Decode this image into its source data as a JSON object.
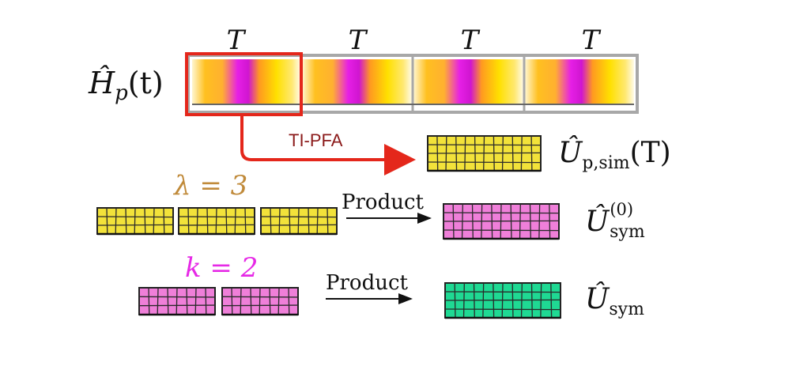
{
  "period_labels": [
    "T",
    "T",
    "T",
    "T"
  ],
  "hamiltonian": {
    "symbol": "Ĥ",
    "subscript": "p",
    "arg": "(t)"
  },
  "tipfa_label": "TI-PFA",
  "u_sim": {
    "symbol": "Û",
    "subscript": "p,sim",
    "arg": "(T)"
  },
  "lambda_label": "λ = 3",
  "k_label": "k = 2",
  "product_label_1": "Product",
  "product_label_2": "Product",
  "u_sym0": {
    "symbol": "Û",
    "superscript": "(0)",
    "subscript": "sym"
  },
  "u_sym": {
    "symbol": "Û",
    "subscript": "sym"
  },
  "colors": {
    "highlight": "#e4271b",
    "arrow": "#e4271b",
    "tipfa_text": "#8b1a1a",
    "period_border": "#a8a8a8",
    "lambda_text": "#c08a3a",
    "k_text": "#e629e6",
    "yellow_block": "#f2e23a",
    "pink_block": "#ef7fd9",
    "green_block": "#1fd993",
    "gradient_magenta": "#e61fe6",
    "gradient_yellow": "#ffdd00"
  }
}
